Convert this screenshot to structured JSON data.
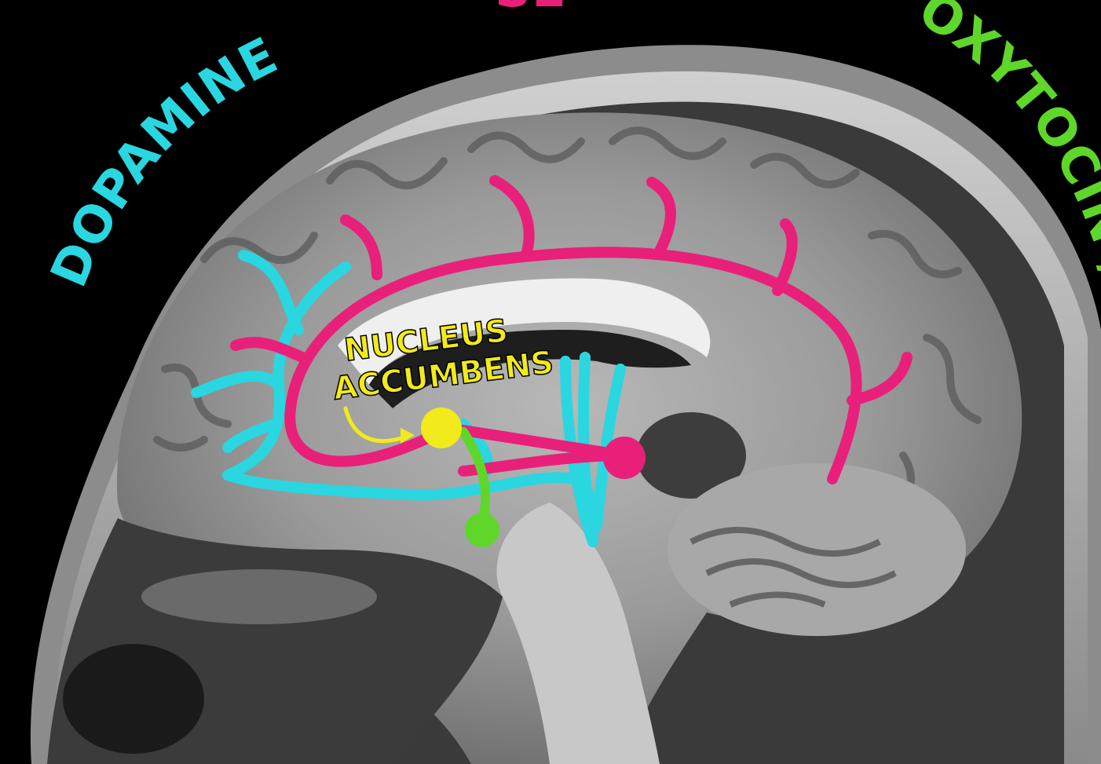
{
  "labels": {
    "dopamine": "DOPAMINE",
    "serotonin_partial": "SE",
    "oxytocin": "OXYTOCIN / V",
    "nucleus_line1": "NUCLEUS",
    "nucleus_line2": "ACCUMBENS"
  },
  "colors": {
    "dopamine": "#2ad6e0",
    "serotonin": "#e8207a",
    "oxytocin": "#5fd62a",
    "nucleus": "#f2ea1a",
    "background": "#000000"
  },
  "image": {
    "subject": "sagittal brain MRI with neurotransmitter pathway overlays",
    "icons": [
      "brain-mri"
    ]
  }
}
